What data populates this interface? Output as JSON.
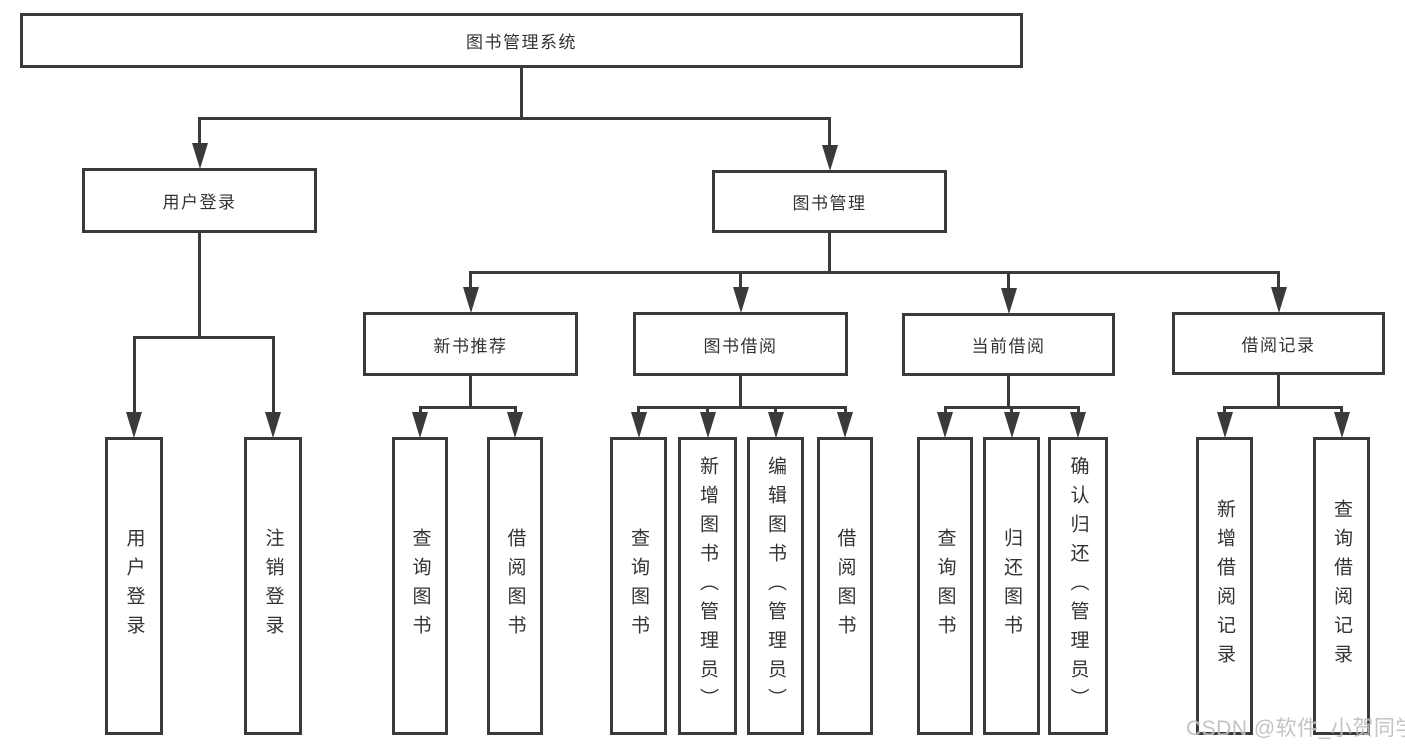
{
  "diagram_title": "图书管理系统",
  "nodes": {
    "root": {
      "label": "图书管理系统"
    },
    "user-login": {
      "label": "用户登录"
    },
    "book-mgmt": {
      "label": "图书管理"
    },
    "new-book-rec": {
      "label": "新书推荐"
    },
    "book-borrow": {
      "label": "图书借阅"
    },
    "current-borrow": {
      "label": "当前借阅"
    },
    "borrow-record": {
      "label": "借阅记录"
    },
    "leaf-user-login": {
      "label": "用户登录"
    },
    "leaf-logout": {
      "label": "注销登录"
    },
    "leaf-query-book-1": {
      "label": "查询图书"
    },
    "leaf-borrow-book-1": {
      "label": "借阅图书"
    },
    "leaf-query-book-2": {
      "label": "查询图书"
    },
    "leaf-add-book": {
      "label": "新增图书（管理员）"
    },
    "leaf-edit-book": {
      "label": "编辑图书（管理员）"
    },
    "leaf-borrow-book-2": {
      "label": "借阅图书"
    },
    "leaf-query-book-3": {
      "label": "查询图书"
    },
    "leaf-return-book": {
      "label": "归还图书"
    },
    "leaf-confirm-return": {
      "label": "确认归还（管理员）"
    },
    "leaf-add-record": {
      "label": "新增借阅记录"
    },
    "leaf-query-record": {
      "label": "查询借阅记录"
    }
  },
  "hierarchy": {
    "root": [
      "user-login",
      "book-mgmt"
    ],
    "user-login": [
      "leaf-user-login",
      "leaf-logout"
    ],
    "book-mgmt": [
      "new-book-rec",
      "book-borrow",
      "current-borrow",
      "borrow-record"
    ],
    "new-book-rec": [
      "leaf-query-book-1",
      "leaf-borrow-book-1"
    ],
    "book-borrow": [
      "leaf-query-book-2",
      "leaf-add-book",
      "leaf-edit-book",
      "leaf-borrow-book-2"
    ],
    "current-borrow": [
      "leaf-query-book-3",
      "leaf-return-book",
      "leaf-confirm-return"
    ],
    "borrow-record": [
      "leaf-add-record",
      "leaf-query-record"
    ]
  },
  "watermark": "CSDN @软件_小贺同学",
  "colors": {
    "line": "#3a3a3a",
    "text": "#333333",
    "background": "#ffffff",
    "watermark": "#bdbdbd"
  }
}
